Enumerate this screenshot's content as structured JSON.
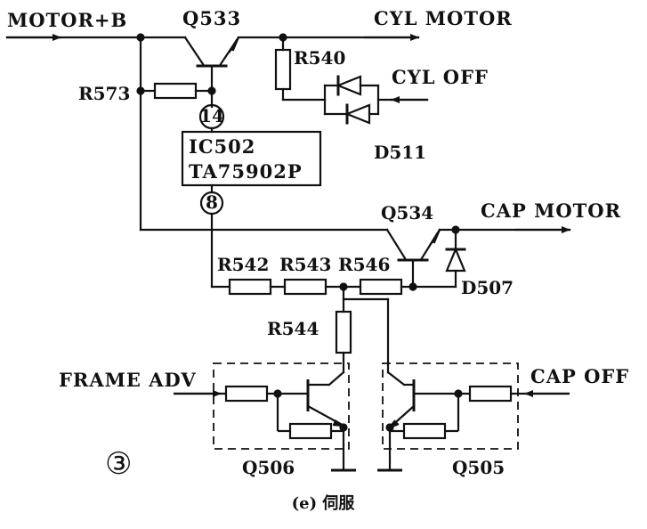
{
  "labels": {
    "motor_b": "MOTOR+B",
    "q533": "Q533",
    "cyl_motor": "CYL MOTOR",
    "r540": "R540",
    "cyl_off": "CYL OFF",
    "r573": "R573",
    "pin14": "14",
    "ic_name": "IC502",
    "ic_part": "TA75902P",
    "d511": "D511",
    "pin8": "8",
    "q534": "Q534",
    "cap_motor": "CAP MOTOR",
    "r542": "R542",
    "r543": "R543",
    "r546": "R546",
    "d507": "D507",
    "r544": "R544",
    "frame_adv": "FRAME ADV",
    "cap_off": "CAP OFF",
    "circled_3": "③",
    "q506": "Q506",
    "q505": "Q505",
    "caption": "(e) 伺服"
  },
  "colors": {
    "ink": "#111111",
    "paper": "#ffffff"
  }
}
